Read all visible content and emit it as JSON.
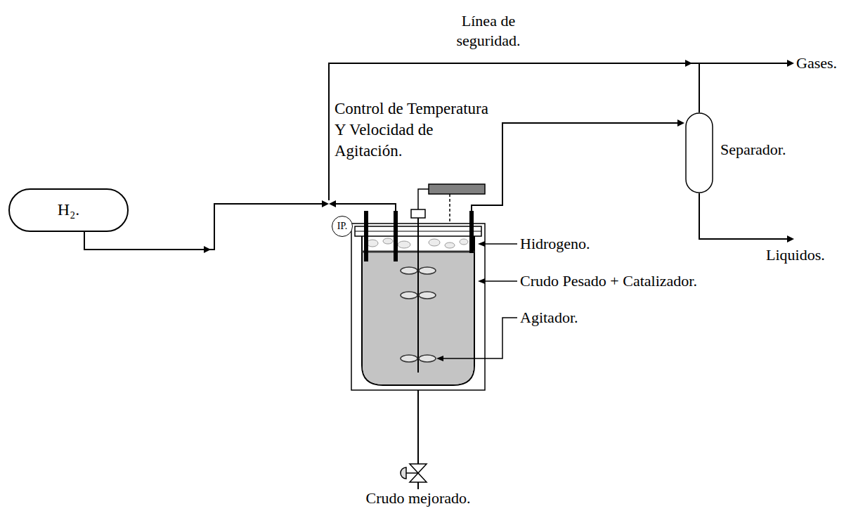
{
  "diagram": {
    "nodes": [
      {
        "text": [
          "H₂."
        ]
      },
      {
        "text": [
          "IP."
        ]
      },
      {
        "text": [
          "Separador."
        ]
      }
    ],
    "labels": [
      "Línea de seguridad.",
      "Gases.",
      "Control de Temperatura Y Velocidad de Agitación.",
      "Liquidos.",
      "Hidrogeno.",
      "Crudo Pesado + Catalizador.",
      "Agitador.",
      "Crudo mejorado."
    ]
  }
}
